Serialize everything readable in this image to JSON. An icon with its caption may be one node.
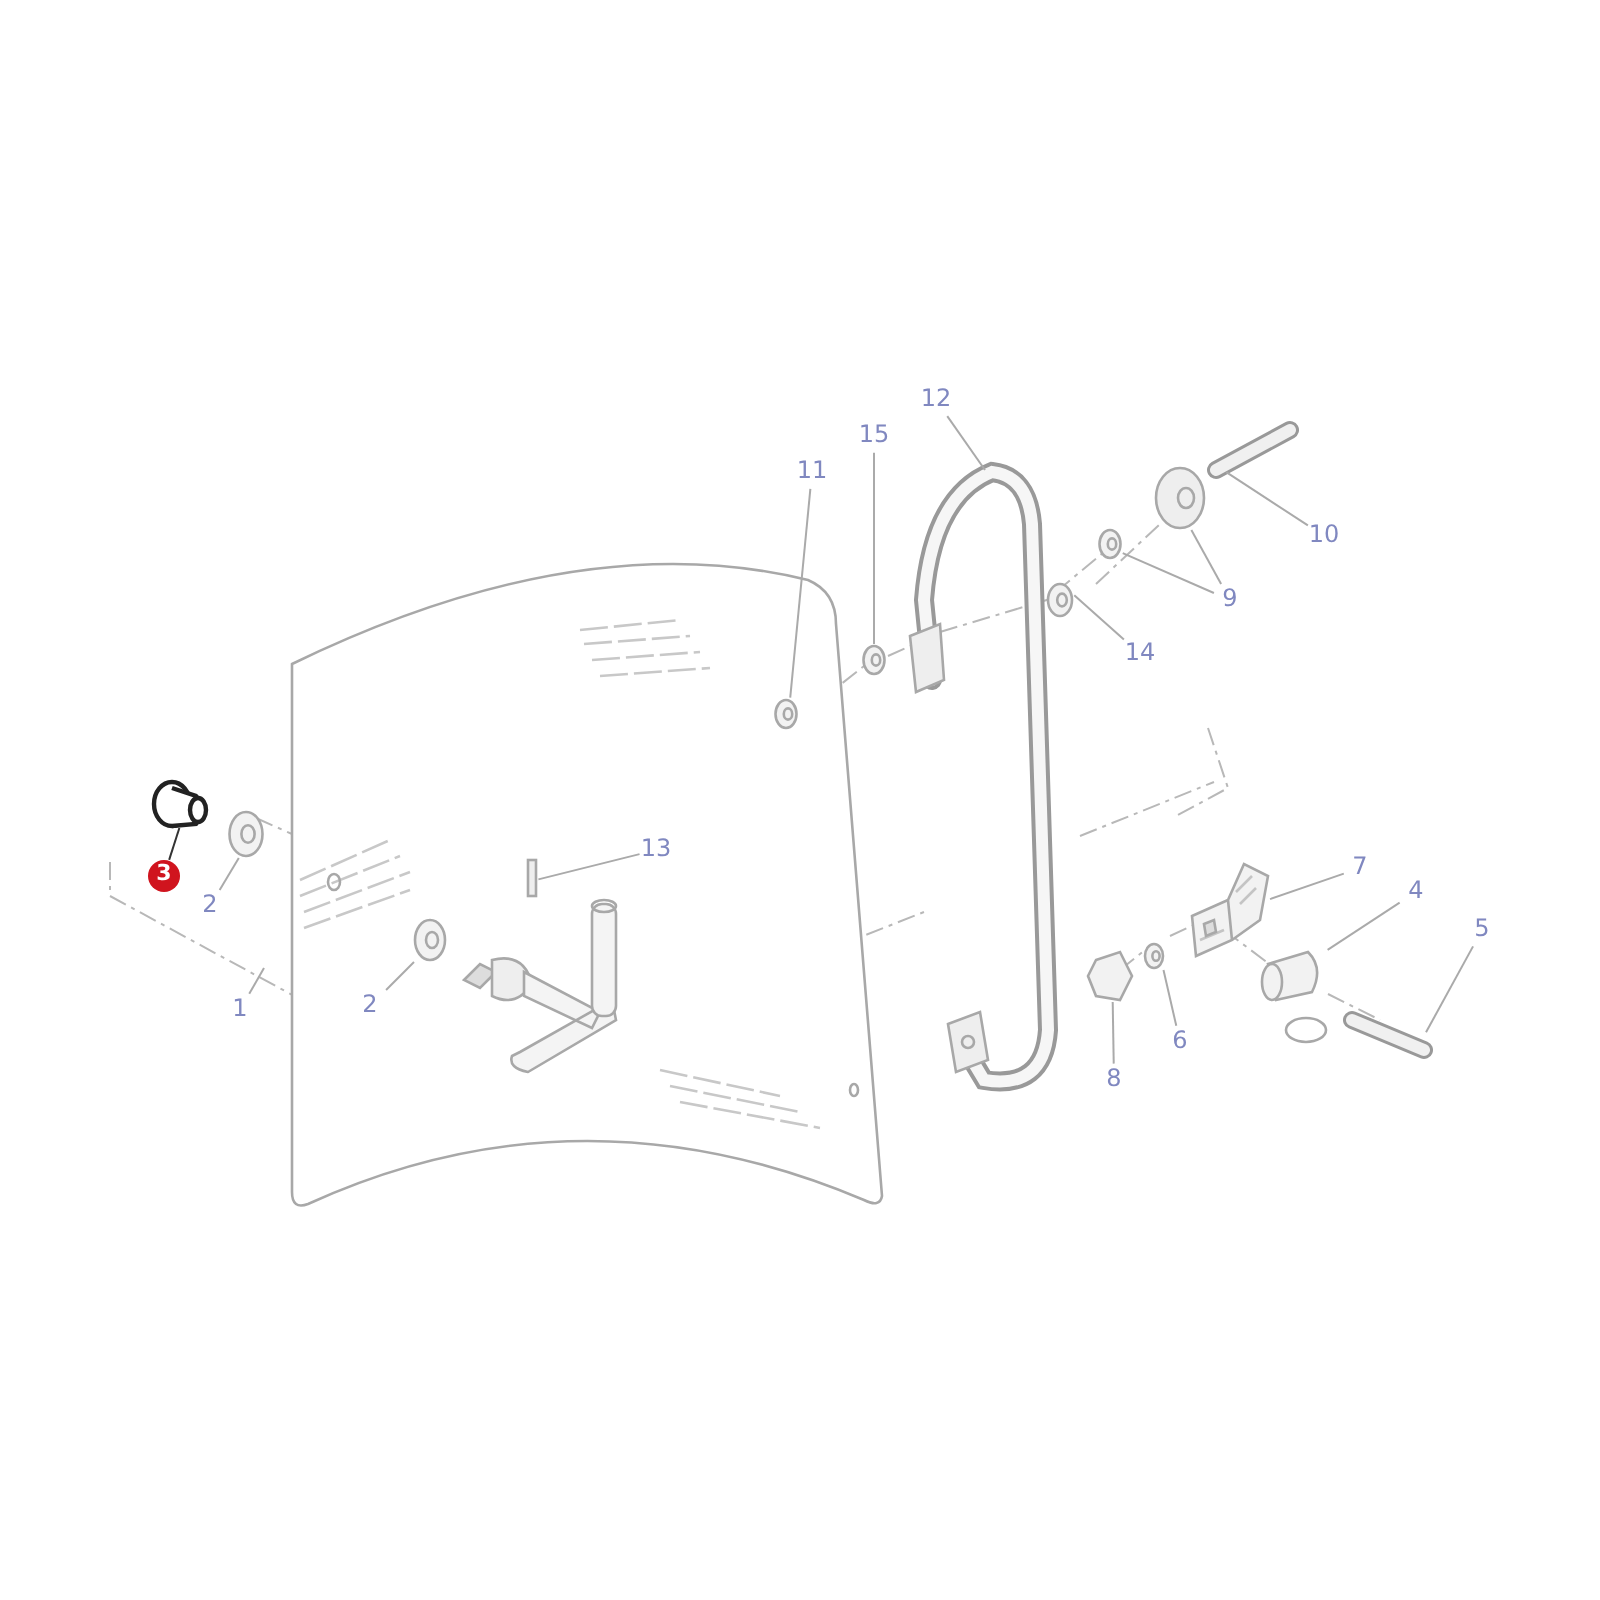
{
  "diagram": {
    "nodes": [
      {
        "text": [
          "12"
        ]
      },
      {
        "text": [
          "15"
        ]
      },
      {
        "text": [
          "11"
        ]
      },
      {
        "text": [
          "10"
        ]
      },
      {
        "text": [
          "9"
        ]
      },
      {
        "text": [
          "14"
        ]
      },
      {
        "text": [
          "13"
        ]
      },
      {
        "text": [
          "7"
        ]
      },
      {
        "text": [
          "3"
        ]
      },
      {
        "text": [
          "4"
        ]
      },
      {
        "text": [
          "2"
        ]
      },
      {
        "text": [
          "5"
        ]
      },
      {
        "text": [
          "2"
        ]
      },
      {
        "text": [
          "1"
        ]
      },
      {
        "text": [
          "6"
        ]
      },
      {
        "text": [
          "8"
        ]
      },
      {
        "text": [],
        "shape": "picture"
      },
      {
        "text": [],
        "shape": "picture"
      },
      {
        "text": [],
        "shape": "picture"
      },
      {
        "text": [],
        "shape": "picture"
      },
      {
        "text": [],
        "shape": "picture"
      },
      {
        "text": [],
        "shape": "picture"
      },
      {
        "text": [],
        "shape": "picture"
      },
      {
        "text": [],
        "shape": "circle"
      },
      {
        "text": [],
        "shape": "picture"
      },
      {
        "text": [],
        "shape": "bar"
      },
      {
        "text": [],
        "shape": "picture"
      },
      {
        "text": [],
        "shape": "picture"
      },
      {
        "text": [],
        "shape": "picture"
      },
      {
        "text": [],
        "shape": "picture"
      },
      {
        "text": [],
        "shape": "picture"
      },
      {
        "text": [],
        "shape": "picture"
      }
    ],
    "edges": [
      {
        "from": 0,
        "to": 16,
        "arrow": "none"
      },
      {
        "from": 1,
        "to": 21,
        "arrow": "none"
      },
      {
        "from": 2,
        "to": 22,
        "arrow": "none"
      },
      {
        "from": 3,
        "to": 17,
        "arrow": "none"
      },
      {
        "from": 4,
        "to": 18,
        "arrow": "none"
      },
      {
        "from": 4,
        "to": 19,
        "arrow": "none"
      },
      {
        "from": 5,
        "to": 20,
        "arrow": "none"
      },
      {
        "from": 6,
        "to": 25,
        "arrow": "none"
      },
      {
        "from": 7,
        "to": 26,
        "arrow": "none"
      },
      {
        "from": 8,
        "to": 23,
        "arrow": "none",
        "color": "#333333"
      },
      {
        "from": 9,
        "to": 30,
        "arrow": "none"
      },
      {
        "from": 10,
        "to": 24,
        "arrow": "none"
      },
      {
        "from": 11,
        "to": 31,
        "arrow": "none"
      },
      {
        "from": 12,
        "to": 27,
        "arrow": "none"
      },
      {
        "from": 13,
        "to": null,
        "arrow": "none"
      },
      {
        "from": 14,
        "to": 28,
        "arrow": "none"
      },
      {
        "from": 15,
        "to": 29,
        "arrow": "none"
      }
    ]
  }
}
